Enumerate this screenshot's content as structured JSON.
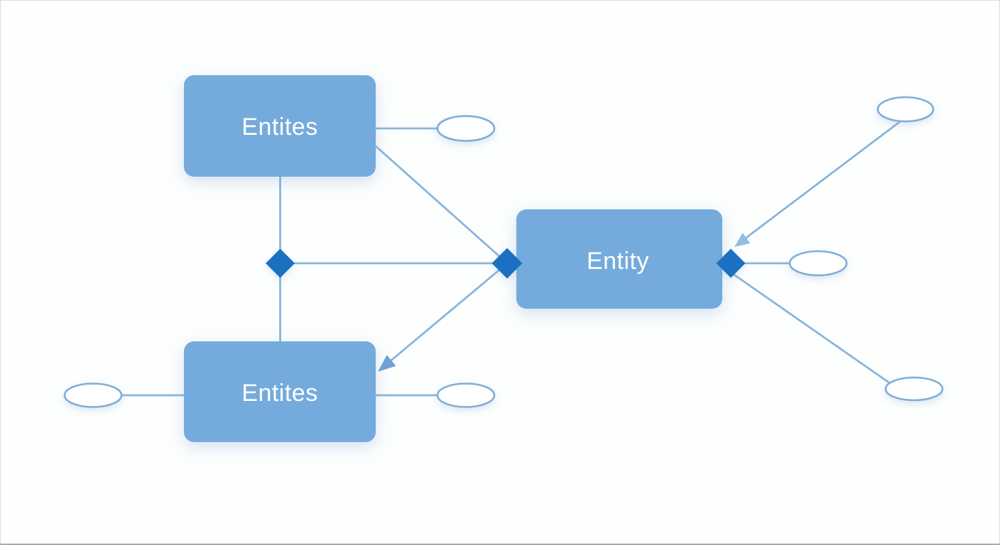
{
  "diagram": {
    "kind": "entity-relationship",
    "background": "#fdfefe",
    "colors": {
      "entity_fill": "#74abdc",
      "entity_text": "#ffffff",
      "relationship_diamond_fill": "#1b70c1",
      "connector_line": "#88b5dc",
      "attribute_fill": "#ffffff",
      "attribute_stroke": "#7eaed7",
      "arrowhead_solid": "#6ea4d3",
      "arrowhead_light": "#90bde5"
    },
    "entities": [
      {
        "id": "entity-top-left",
        "label": "Entites"
      },
      {
        "id": "entity-center",
        "label": "Entity"
      },
      {
        "id": "entity-bottom-left",
        "label": "Entites"
      }
    ],
    "attributes": [
      {
        "id": "attribute-top-left",
        "label": ""
      },
      {
        "id": "attribute-left",
        "label": ""
      },
      {
        "id": "attribute-bottom-left",
        "label": ""
      },
      {
        "id": "attribute-top-right",
        "label": ""
      },
      {
        "id": "attribute-right",
        "label": ""
      },
      {
        "id": "attribute-bottom-right",
        "label": ""
      }
    ],
    "relationships": [
      {
        "id": "diamond-left",
        "label": ""
      },
      {
        "id": "diamond-entity-left",
        "label": ""
      },
      {
        "id": "diamond-entity-right",
        "label": ""
      }
    ]
  }
}
